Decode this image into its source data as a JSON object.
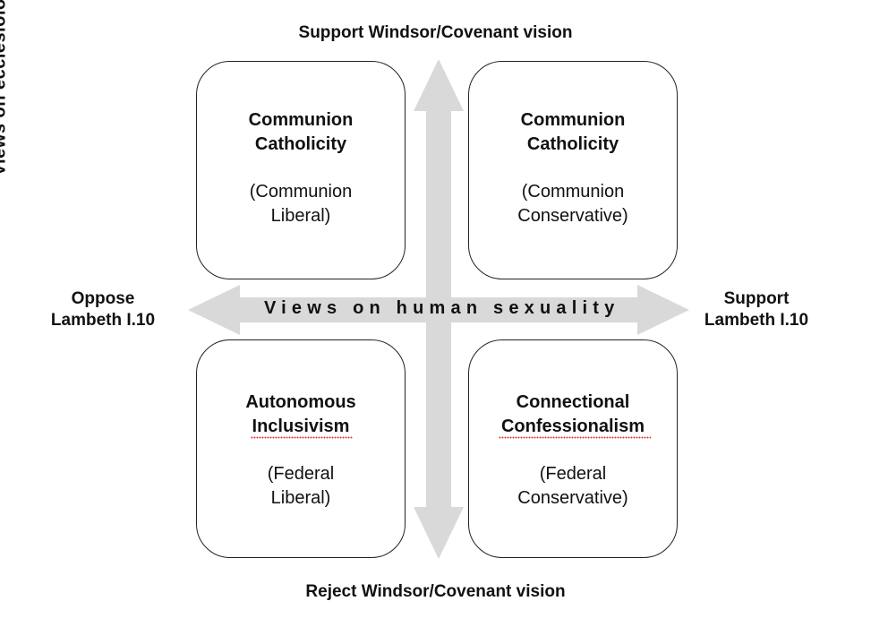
{
  "axes": {
    "top_label": "Support Windsor/Covenant vision",
    "bottom_label": "Reject Windsor/Covenant vision",
    "left_label": "Oppose\nLambeth I.10",
    "right_label": "Support\nLambeth I.10",
    "horizontal_title": "Views on human sexuality",
    "vertical_title": "Views on ecclesiology and Communion"
  },
  "quadrants": {
    "top_left": {
      "title": "Communion\nCatholicity",
      "subtitle": "(Communion\nLiberal)"
    },
    "top_right": {
      "title": "Communion\nCatholicity",
      "subtitle": "(Communion\nConservative)"
    },
    "bottom_left": {
      "title": "Autonomous\nInclusivism",
      "subtitle": "(Federal\nLiberal)"
    },
    "bottom_right": {
      "title": "Connectional\nConfessionalism",
      "subtitle": "(Federal\nConservative)"
    }
  },
  "colors": {
    "arrow_fill": "#d9d9d9",
    "box_border": "#222222",
    "spellcheck_underline": "#e23b3b"
  }
}
